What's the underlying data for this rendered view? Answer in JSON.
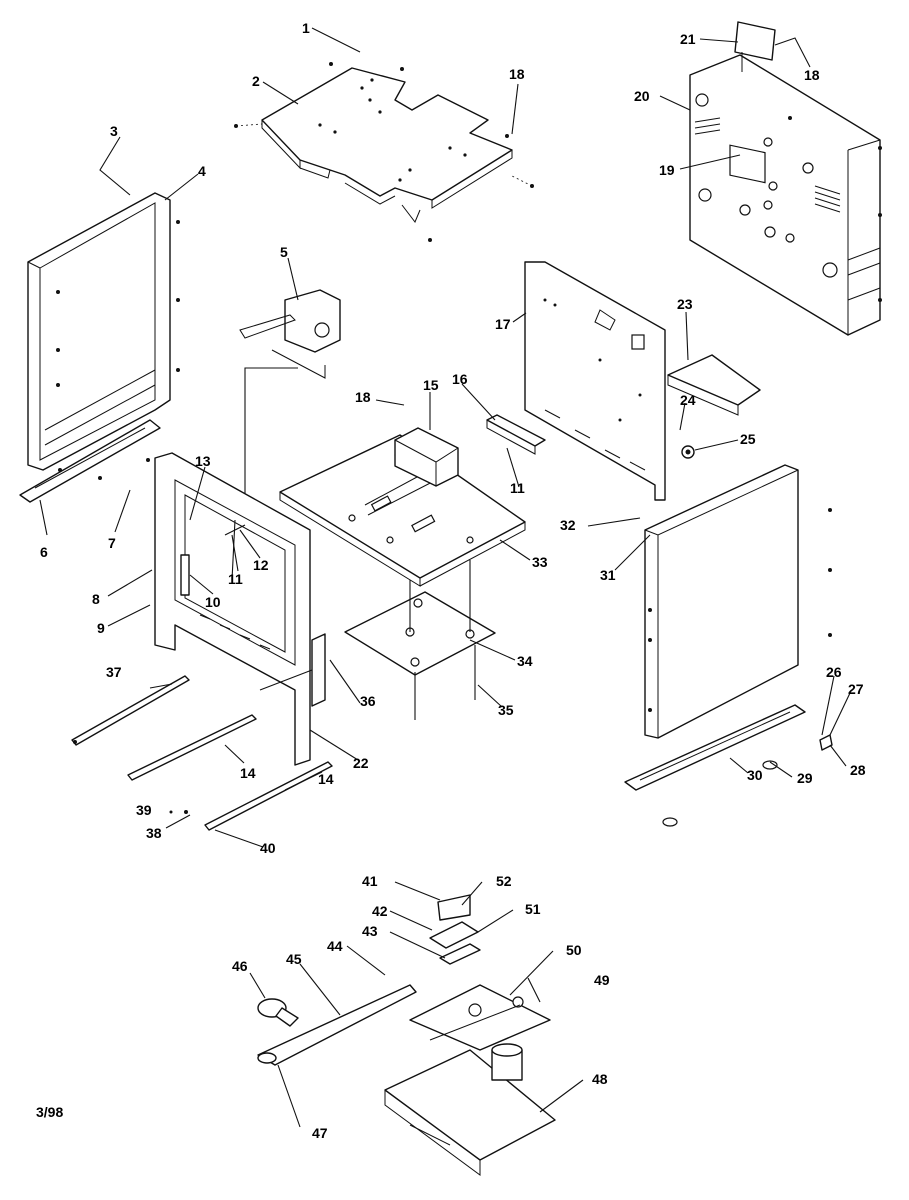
{
  "footer": {
    "date_code": "3/98"
  },
  "callouts": {
    "c1": "1",
    "c2": "2",
    "c3": "3",
    "c4": "4",
    "c5": "5",
    "c6": "6",
    "c7": "7",
    "c8": "8",
    "c9": "9",
    "c10": "10",
    "c11a": "11",
    "c11b": "11",
    "c12": "12",
    "c13": "13",
    "c14a": "14",
    "c14b": "14",
    "c15": "15",
    "c16": "16",
    "c17": "17",
    "c18a": "18",
    "c18b": "18",
    "c18c": "18",
    "c19": "19",
    "c20": "20",
    "c21": "21",
    "c22": "22",
    "c23": "23",
    "c24": "24",
    "c25": "25",
    "c26": "26",
    "c27": "27",
    "c28": "28",
    "c29": "29",
    "c30": "30",
    "c31": "31",
    "c32": "32",
    "c33": "33",
    "c34": "34",
    "c35": "35",
    "c36": "36",
    "c37": "37",
    "c38": "38",
    "c39": "39",
    "c40": "40",
    "c41": "41",
    "c42": "42",
    "c43": "43",
    "c44": "44",
    "c45": "45",
    "c46": "46",
    "c47": "47",
    "c48": "48",
    "c49": "49",
    "c50": "50",
    "c51": "51",
    "c52": "52"
  }
}
